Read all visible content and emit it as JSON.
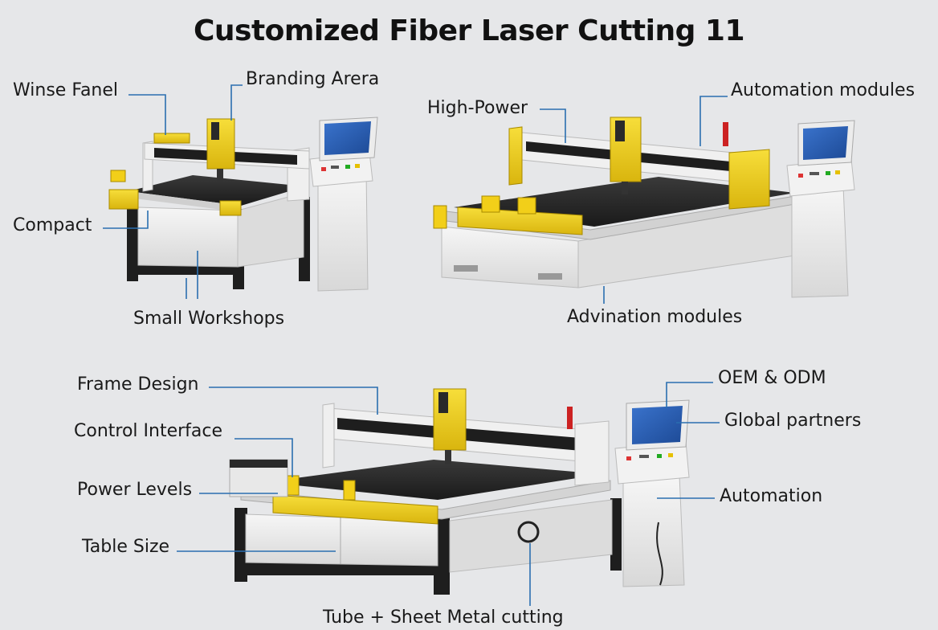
{
  "title": "Customized Fiber Laser Cutting 11",
  "labels": {
    "winse_fanel": "Winse Fanel",
    "branding_arera": "Branding Arera",
    "compact": "Compact",
    "small_workshops": "Small Workshops",
    "high_power": "High-Power",
    "automation_modules": "Automation modules",
    "advination_modules": "Advination modules",
    "frame_design": "Frame Design",
    "control_interface": "Control Interface",
    "power_levels": "Power Levels",
    "table_size": "Table Size",
    "tube_sheet": "Tube + Sheet Metal cutting",
    "oem_odm": "OEM & ODM",
    "global_partners": "Global partners",
    "automation": "Automation"
  },
  "colors": {
    "background": "#e6e7e9",
    "callout_line": "#2a6fb0",
    "machine_yellow": "#f3d21a",
    "machine_white": "#eeeeee",
    "machine_black": "#1e1e1e",
    "screen_blue": "#2b5fb8"
  }
}
